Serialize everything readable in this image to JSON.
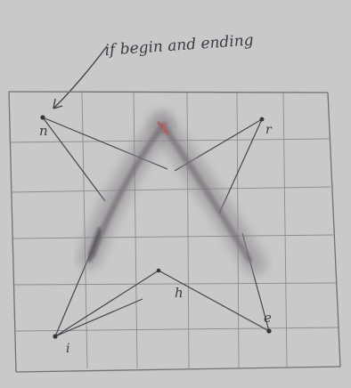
{
  "annotation": {
    "text": "if begin and ending"
  },
  "point_labels": {
    "top_left": "n",
    "top_right": "r",
    "bottom_left": "i",
    "center": "h",
    "bottom_right": "e"
  },
  "colors": {
    "paper": "#c9cbcb",
    "pencil": "#4a4b53",
    "grid": "#8e9091",
    "smudge": "#9a8f97",
    "red_mark": "#b05a57"
  }
}
